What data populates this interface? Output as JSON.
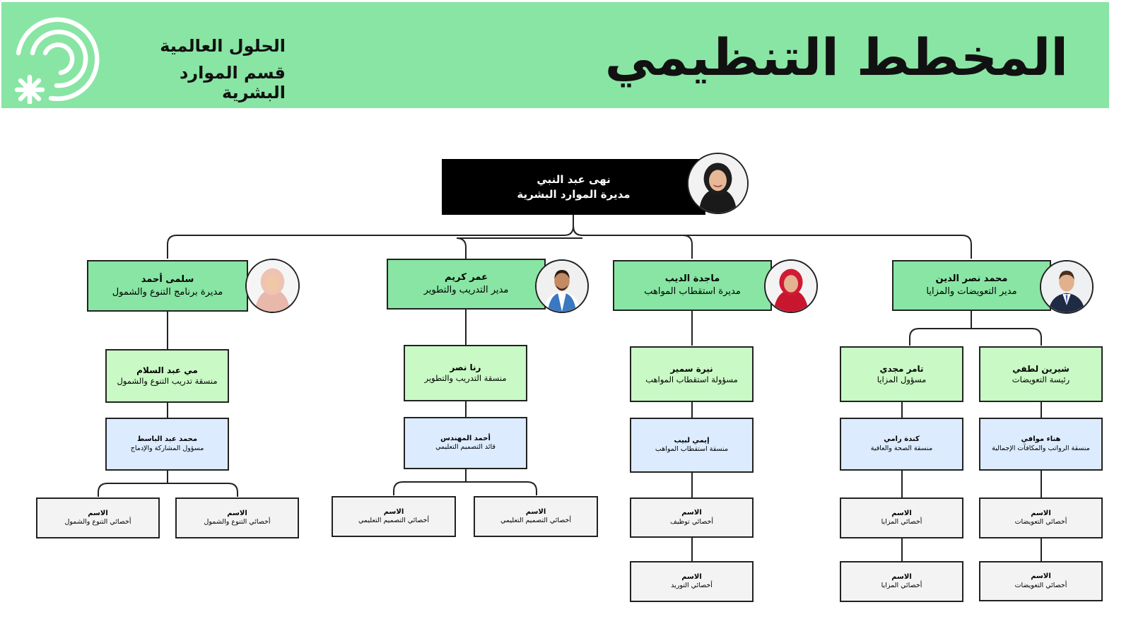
{
  "header": {
    "company": "الحلول العالمية",
    "department": "قسم الموارد البشرية",
    "title": "المخطط التنظيمي",
    "logo_icon": "spiral-asterisk-logo"
  },
  "colors": {
    "header_bg": "#88E5A3",
    "manager_box": "#88E5A3",
    "coordinator_box": "#C9F9C4",
    "specialist_box": "#DCEBFD",
    "staff_box": "#F3F3F3",
    "executive_box": "#000000"
  },
  "executive": {
    "name": "نهى عبد النبي",
    "role": "مديرة الموارد البشرية"
  },
  "managers": [
    {
      "name": "محمد نصر الدين",
      "role": "مدير التعويضات والمزايا"
    },
    {
      "name": "ماجدة الديب",
      "role": "مديرة استقطاب المواهب"
    },
    {
      "name": "عمر كريم",
      "role": "مدير التدريب والتطوير"
    },
    {
      "name": "سلمى أحمد",
      "role": "مديرة برنامج التنوع والشمول"
    }
  ],
  "coordinators": [
    {
      "name": "شيرين لطفي",
      "role": "رئيسة التعويضات"
    },
    {
      "name": "تامر مجدي",
      "role": "مسؤول المزايا"
    },
    {
      "name": "نيرة سمير",
      "role": "مسؤولة استقطاب المواهب"
    },
    {
      "name": "رنا نصر",
      "role": "منسقة التدريب والتطوير"
    },
    {
      "name": "مي عبد السلام",
      "role": "منسقة تدريب التنوع والشمول"
    }
  ],
  "specialists": [
    {
      "name": "هناء موافي",
      "role": "منسقة الرواتب والمكافآت الإجمالية"
    },
    {
      "name": "كندة رامي",
      "role": "منسقة الصحة والعافية"
    },
    {
      "name": "إيمي لبيب",
      "role": "منسقة استقطاب المواهب"
    },
    {
      "name": "أحمد المهندس",
      "role": "قائد التصميم التعليمي"
    },
    {
      "name": "محمد عبد الباسط",
      "role": "مسؤول المشاركة والإدماج"
    }
  ],
  "staff": [
    {
      "name": "الاسم",
      "role": "أخصائي التعويضات"
    },
    {
      "name": "الاسم",
      "role": "أخصائي التعويضات"
    },
    {
      "name": "الاسم",
      "role": "أخصائي المزايا"
    },
    {
      "name": "الاسم",
      "role": "أخصائي المزايا"
    },
    {
      "name": "الاسم",
      "role": "أخصائي توظيف"
    },
    {
      "name": "الاسم",
      "role": "أخصائي التوريد"
    },
    {
      "name": "الاسم",
      "role": "أخصائي التصميم التعليمي"
    },
    {
      "name": "الاسم",
      "role": "أخصائي التصميم التعليمي"
    },
    {
      "name": "الاسم",
      "role": "أخصائي التنوع والشمول"
    },
    {
      "name": "الاسم",
      "role": "أخصائي التنوع والشمول"
    }
  ]
}
